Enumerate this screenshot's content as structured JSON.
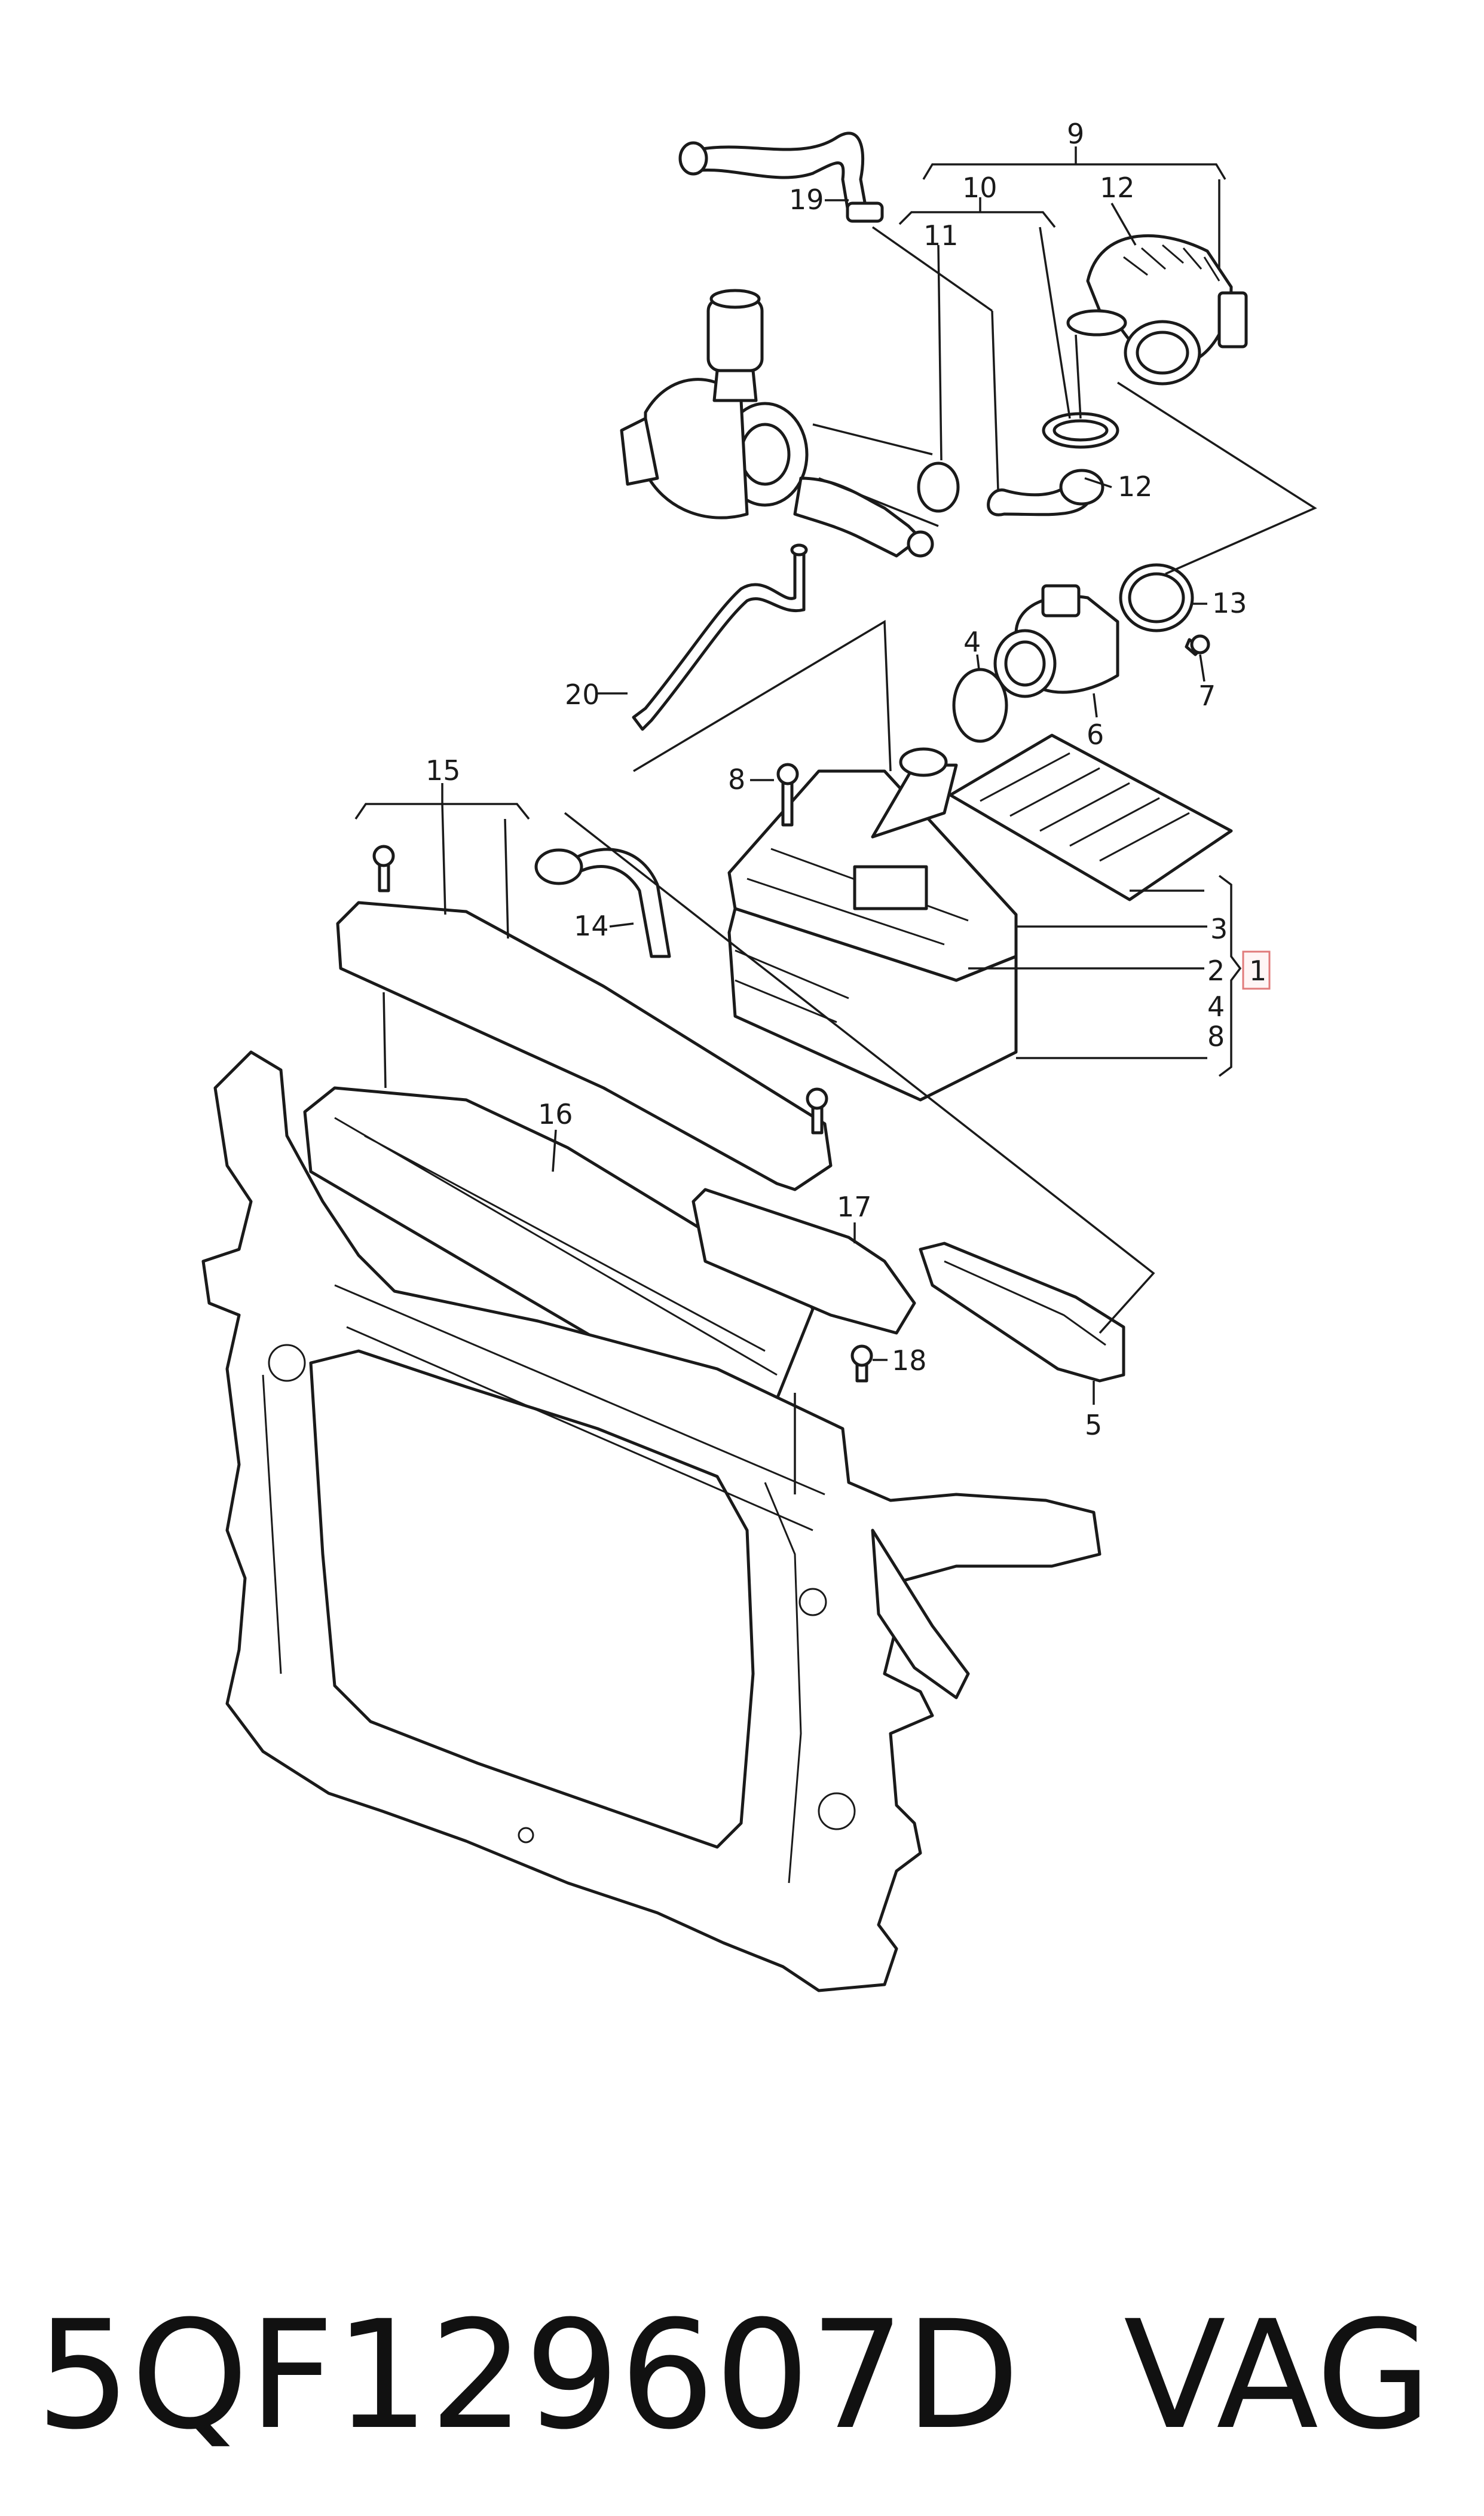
{
  "diagram": {
    "callouts": [
      {
        "id": "c1",
        "text": "1"
      },
      {
        "id": "c2",
        "text": "2"
      },
      {
        "id": "c3",
        "text": "3"
      },
      {
        "id": "c4a",
        "text": "4"
      },
      {
        "id": "c4b",
        "text": "4"
      },
      {
        "id": "c5",
        "text": "5"
      },
      {
        "id": "c6",
        "text": "6"
      },
      {
        "id": "c7",
        "text": "7"
      },
      {
        "id": "c8a",
        "text": "8"
      },
      {
        "id": "c8b",
        "text": "8"
      },
      {
        "id": "c9",
        "text": "9"
      },
      {
        "id": "c10",
        "text": "10"
      },
      {
        "id": "c11",
        "text": "11"
      },
      {
        "id": "c12a",
        "text": "12"
      },
      {
        "id": "c12b",
        "text": "12"
      },
      {
        "id": "c13",
        "text": "13"
      },
      {
        "id": "c14",
        "text": "14"
      },
      {
        "id": "c15",
        "text": "15"
      },
      {
        "id": "c16",
        "text": "16"
      },
      {
        "id": "c17",
        "text": "17"
      },
      {
        "id": "c18",
        "text": "18"
      },
      {
        "id": "c19",
        "text": "19"
      },
      {
        "id": "c20",
        "text": "20"
      }
    ],
    "highlight_color": "#e07a7a"
  },
  "footer": {
    "part_number": "5QF129607D",
    "brand": "VAG"
  }
}
